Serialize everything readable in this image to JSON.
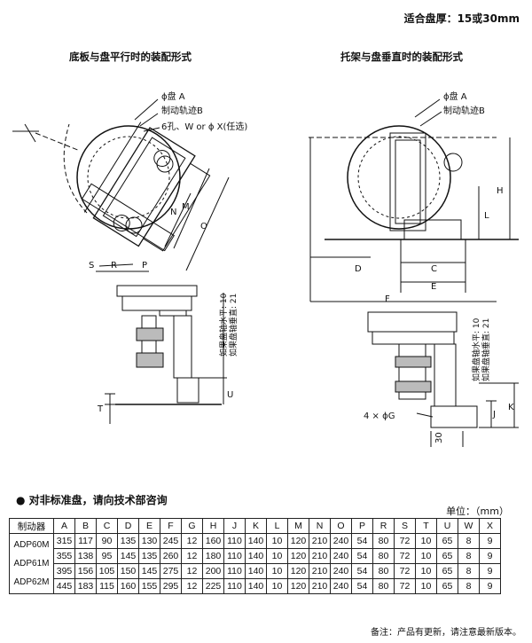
{
  "header": {
    "thickness_note": "适合盘厚：15或30mm"
  },
  "left_drawing": {
    "caption": "底板与盘平行时的装配形式",
    "labels": {
      "disc_a": "ϕ盘 A",
      "track_b": "制动轨迹B",
      "holes": "6孔、W or ϕ X(任选)",
      "n": "N",
      "m": "M",
      "o": "O",
      "s": "S",
      "r": "R",
      "p": "P",
      "t": "T",
      "u": "U"
    },
    "axis_note": "如果盘轴水平: 10",
    "axis_note2": "如果盘轴垂直: 21"
  },
  "right_drawing": {
    "caption": "托架与盘垂直时的装配形式",
    "labels": {
      "disc_a": "ϕ盘 A",
      "track_b": "制动轨迹B",
      "h": "H",
      "l": "L",
      "d": "D",
      "c": "C",
      "e": "E",
      "f": "F",
      "j": "J",
      "k": "K",
      "g": "4 × ϕG",
      "thirty": "30"
    },
    "axis_note": "如果盘轴水平: 10",
    "axis_note2": "如果盘轴垂直: 21"
  },
  "note": "●  对非标准盘，请向技术部咨询",
  "unit": "单位：（mm）",
  "table": {
    "headers": [
      "制动器",
      "A",
      "B",
      "C",
      "D",
      "E",
      "F",
      "G",
      "H",
      "J",
      "K",
      "L",
      "M",
      "N",
      "O",
      "P",
      "R",
      "S",
      "T",
      "U",
      "W",
      "X"
    ],
    "models": [
      "ADP60M",
      "ADP61M",
      "ADP62M"
    ],
    "rows": [
      [
        "315",
        "117",
        "90",
        "135",
        "130",
        "245",
        "12",
        "160",
        "110",
        "140",
        "10",
        "120",
        "210",
        "240",
        "54",
        "80",
        "72",
        "10",
        "65",
        "8",
        "9"
      ],
      [
        "355",
        "138",
        "95",
        "145",
        "135",
        "260",
        "12",
        "180",
        "110",
        "140",
        "10",
        "120",
        "210",
        "240",
        "54",
        "80",
        "72",
        "10",
        "65",
        "8",
        "9"
      ],
      [
        "395",
        "156",
        "105",
        "150",
        "145",
        "275",
        "12",
        "200",
        "110",
        "140",
        "10",
        "120",
        "210",
        "240",
        "54",
        "80",
        "72",
        "10",
        "65",
        "8",
        "9"
      ],
      [
        "445",
        "183",
        "115",
        "160",
        "155",
        "295",
        "12",
        "225",
        "110",
        "140",
        "10",
        "120",
        "210",
        "240",
        "54",
        "80",
        "72",
        "10",
        "65",
        "8",
        "9"
      ]
    ]
  },
  "remark": "备注：产品有更新，请注意最新版本。"
}
